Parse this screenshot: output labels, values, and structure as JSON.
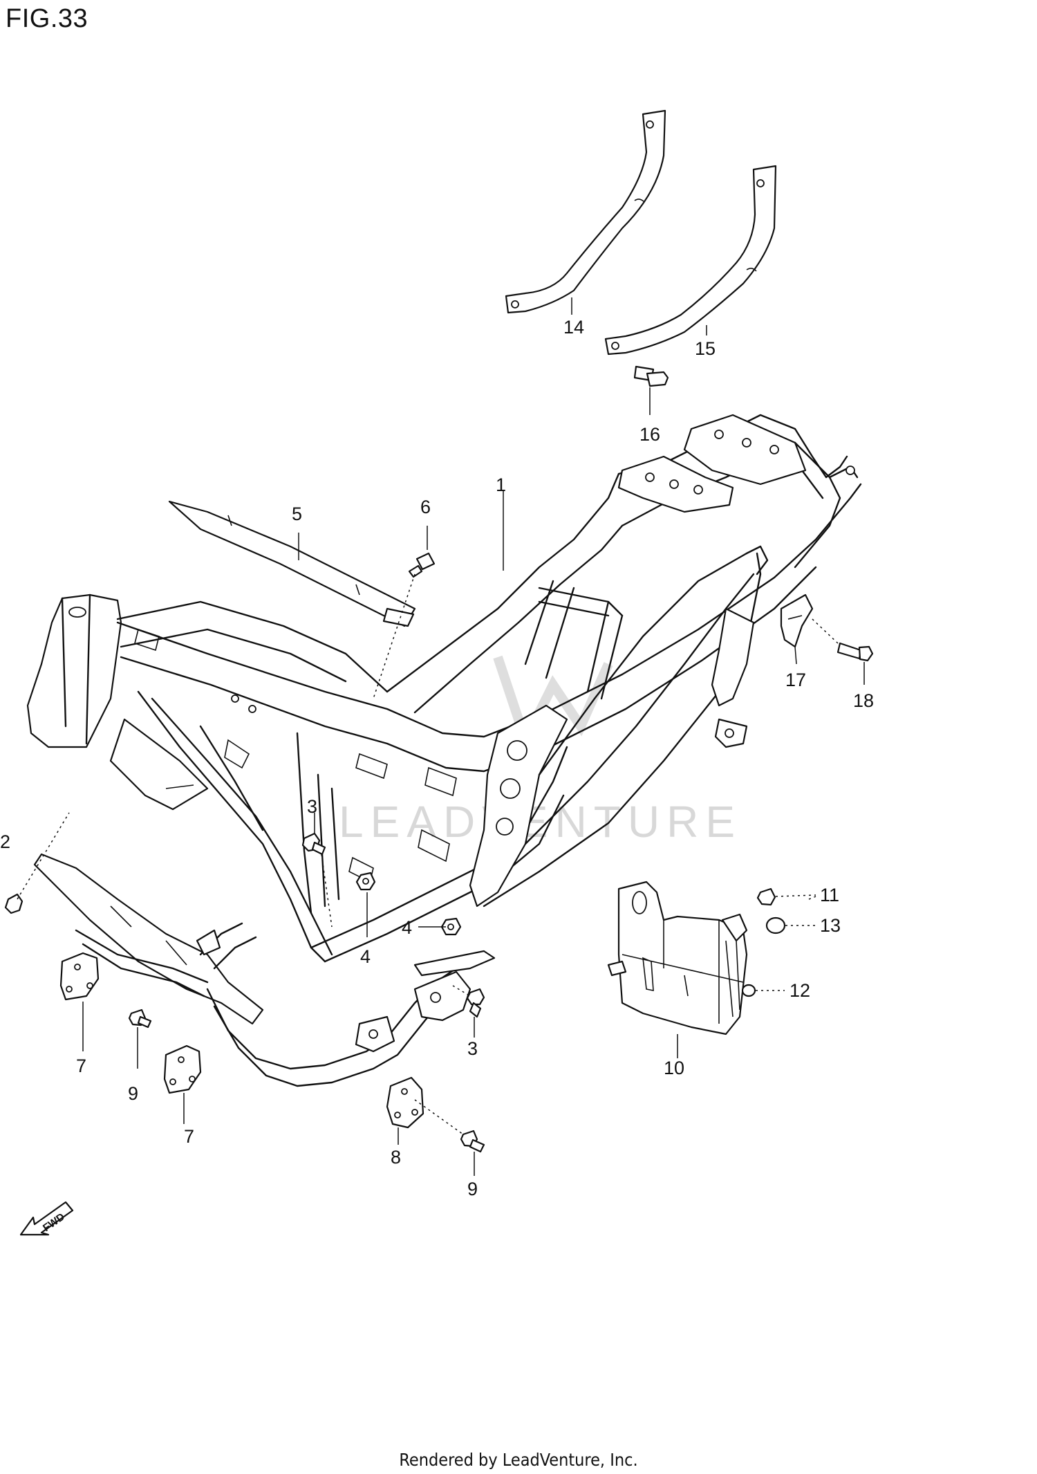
{
  "figure": {
    "title": "FIG.33"
  },
  "callouts": [
    {
      "id": "1",
      "label": "1"
    },
    {
      "id": "2",
      "label": "2"
    },
    {
      "id": "3a",
      "label": "3"
    },
    {
      "id": "3b",
      "label": "3"
    },
    {
      "id": "4a",
      "label": "4"
    },
    {
      "id": "4b",
      "label": "4"
    },
    {
      "id": "5",
      "label": "5"
    },
    {
      "id": "6",
      "label": "6"
    },
    {
      "id": "7a",
      "label": "7"
    },
    {
      "id": "7b",
      "label": "7"
    },
    {
      "id": "8",
      "label": "8"
    },
    {
      "id": "9a",
      "label": "9"
    },
    {
      "id": "9b",
      "label": "9"
    },
    {
      "id": "10",
      "label": "10"
    },
    {
      "id": "11",
      "label": "11"
    },
    {
      "id": "12",
      "label": "12"
    },
    {
      "id": "13",
      "label": "13"
    },
    {
      "id": "14",
      "label": "14"
    },
    {
      "id": "15",
      "label": "15"
    },
    {
      "id": "16",
      "label": "16"
    },
    {
      "id": "17",
      "label": "17"
    },
    {
      "id": "18",
      "label": "18"
    }
  ],
  "watermark": {
    "text": "LEADVENTURE"
  },
  "direction_arrow": {
    "text": "FWD"
  },
  "footer": {
    "text": "Rendered by LeadVenture, Inc."
  }
}
